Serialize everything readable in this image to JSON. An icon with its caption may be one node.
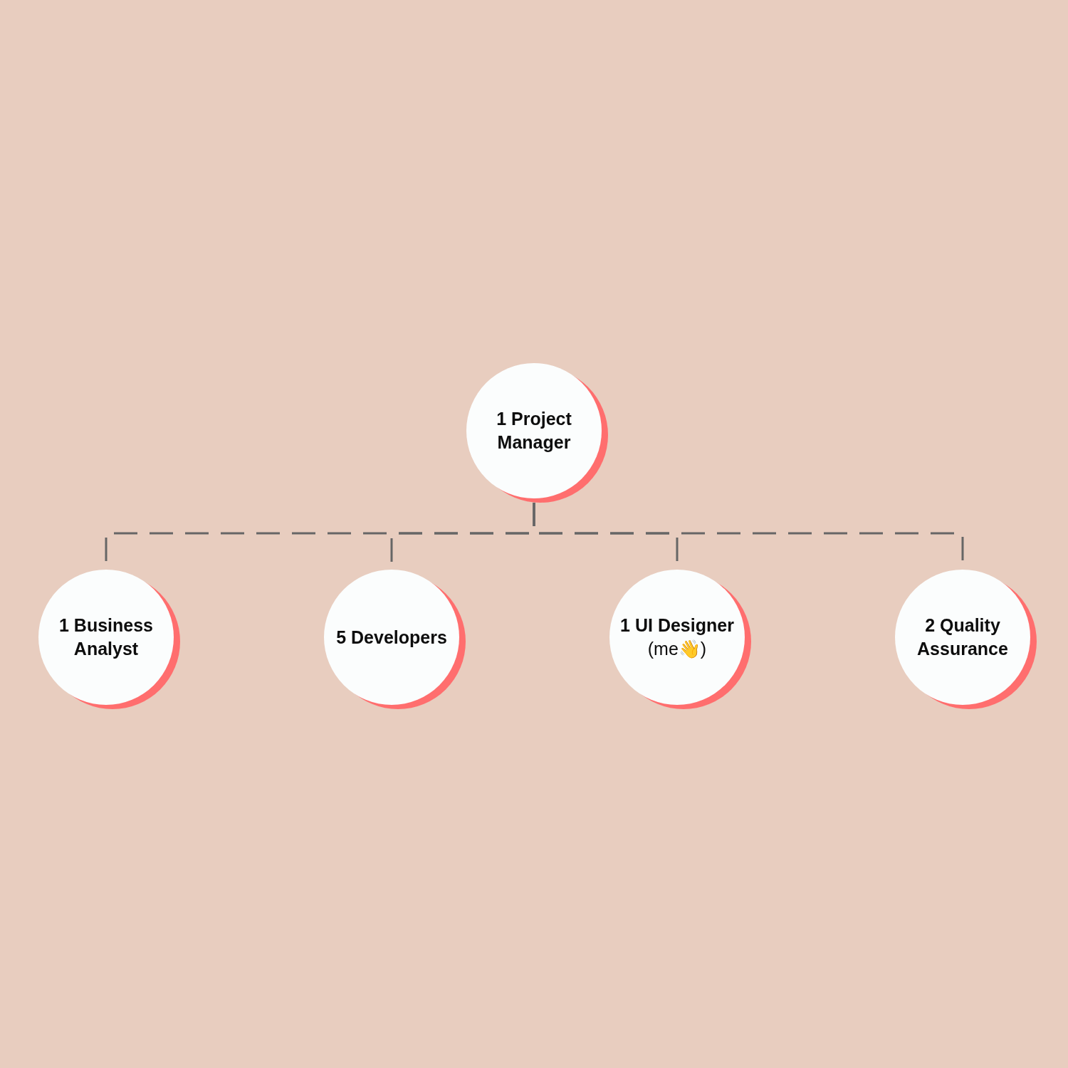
{
  "diagram": {
    "nodes": [
      {
        "text": [
          "1 Project Manager"
        ]
      },
      {
        "text": [
          "1 Business Analyst"
        ]
      },
      {
        "text": [
          "5 Developers"
        ]
      },
      {
        "text": [
          "1 UI Designer",
          "(me👋)"
        ]
      },
      {
        "text": [
          "2 Quality Assurance"
        ]
      }
    ],
    "edges": [
      {
        "from": 0,
        "to": 1,
        "arrow": "none",
        "style": "dashed"
      },
      {
        "from": 0,
        "to": 2,
        "arrow": "none",
        "style": "dashed"
      },
      {
        "from": 0,
        "to": 3,
        "arrow": "none",
        "style": "dashed"
      },
      {
        "from": 0,
        "to": 4,
        "arrow": "none",
        "style": "dashed"
      }
    ]
  }
}
